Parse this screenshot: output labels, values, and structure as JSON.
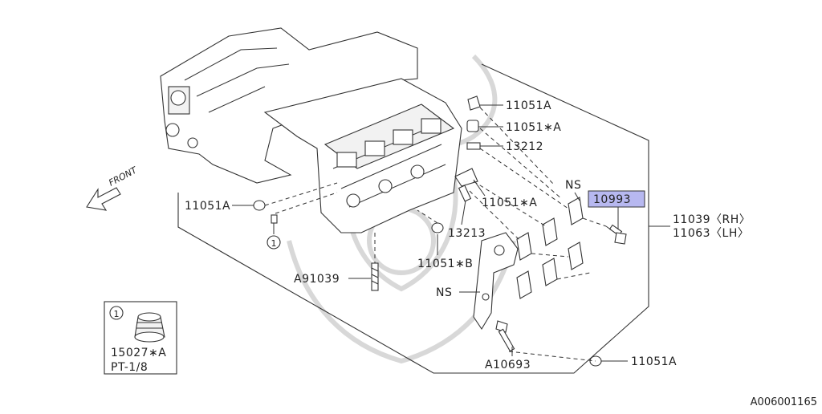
{
  "diagram": {
    "figure_id": "A006001165",
    "front_label": "FRONT",
    "highlight_color": "#b7b8f0",
    "callouts": {
      "c_11051a_top": "11051A",
      "c_11051sa_1": "11051∗A",
      "c_13212": "13212",
      "c_11051sa_2": "11051∗A",
      "c_ns_1": "NS",
      "c_10993": "10993",
      "c_11039": "11039〈RH〉",
      "c_11063": "11063〈LH〉",
      "c_11051a_left": "11051A",
      "c_13213": "13213",
      "c_11051sb": "11051∗B",
      "c_a91039": "A91039",
      "c_ns_2": "NS",
      "c_a10693": "A10693",
      "c_11051a_bottom": "11051A",
      "c_ref_1": "1"
    },
    "inset": {
      "number": "1",
      "part": "15027∗A",
      "spec": "PT-1/8"
    }
  }
}
